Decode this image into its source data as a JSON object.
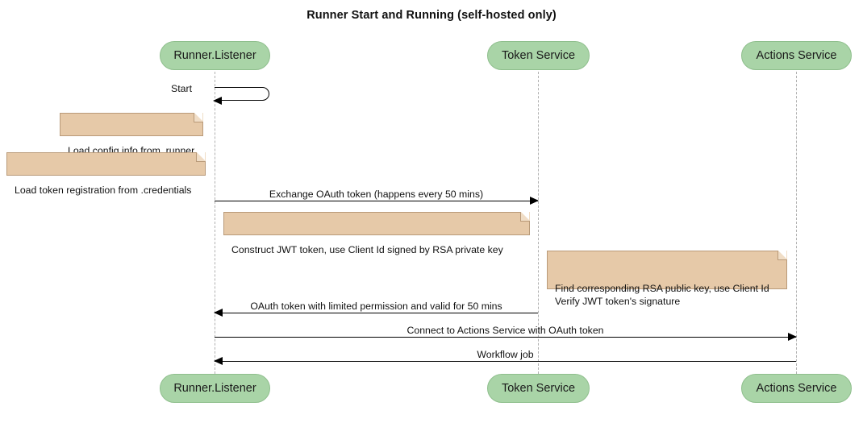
{
  "diagram": {
    "title": "Runner Start and Running (self-hosted only)",
    "type": "sequence-diagram"
  },
  "participants": [
    {
      "id": "runner",
      "label": "Runner.Listener"
    },
    {
      "id": "token",
      "label": "Token Service"
    },
    {
      "id": "actions",
      "label": "Actions Service"
    }
  ],
  "self_messages": [
    {
      "id": "start",
      "label": "Start",
      "from": "runner",
      "to": "runner"
    }
  ],
  "notes": [
    {
      "id": "note-load-config",
      "text": "Load config info from .runner"
    },
    {
      "id": "note-load-token",
      "text": "Load token registration from .credentials"
    },
    {
      "id": "note-construct-jwt",
      "text": "Construct JWT token, use Client Id signed by RSA private key"
    },
    {
      "id": "note-verify-jwt",
      "text": "Find corresponding RSA public key, use Client Id\nVerify JWT token's signature"
    }
  ],
  "messages": [
    {
      "id": "msg-exchange-oauth",
      "label": "Exchange OAuth token (happens every 50 mins)",
      "from": "runner",
      "to": "token",
      "direction": "right"
    },
    {
      "id": "msg-oauth-response",
      "label": "OAuth token with limited permission and valid for 50 mins",
      "from": "token",
      "to": "runner",
      "direction": "left"
    },
    {
      "id": "msg-connect-actions",
      "label": "Connect to Actions Service with OAuth token",
      "from": "runner",
      "to": "actions",
      "direction": "right"
    },
    {
      "id": "msg-workflow-job",
      "label": "Workflow job",
      "from": "actions",
      "to": "runner",
      "direction": "left"
    }
  ],
  "colors": {
    "participant_fill": "#a9d4a7",
    "participant_border": "#8fbf8d",
    "note_fill": "#e6c9a8",
    "note_border": "#b99a79",
    "lifeline": "#b0b0b0",
    "arrow": "#000000",
    "background": "#ffffff"
  }
}
